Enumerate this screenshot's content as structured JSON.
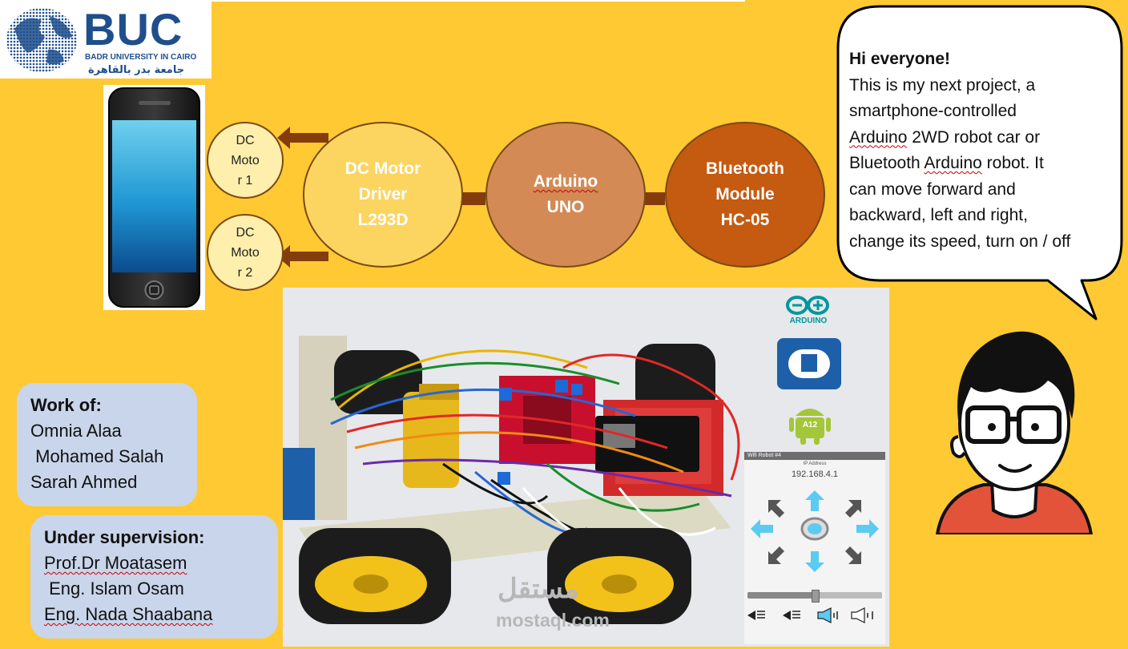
{
  "logo": {
    "name": "BUC",
    "subtitle": "BADR UNIVERSITY IN CAIRO",
    "arabic": "جامعة بدر بالقاهرة"
  },
  "diagram": {
    "motors": [
      {
        "lines": [
          "DC",
          "Moto",
          "r 1"
        ]
      },
      {
        "lines": [
          "DC",
          "Moto",
          "r 2"
        ]
      }
    ],
    "nodes": [
      {
        "lines": [
          "DC Motor",
          "Driver",
          "L293D"
        ],
        "color": "#fcd460",
        "text_color": "#ffffff"
      },
      {
        "lines": [
          "Arduino",
          "UNO"
        ],
        "color": "#d38a55",
        "text_color": "#ffffff"
      },
      {
        "lines": [
          "Bluetooth",
          "Module",
          "HC-05"
        ],
        "color": "#c55a11",
        "text_color": "#ffffff"
      }
    ],
    "arrow_color": "#843c0c"
  },
  "bubble": {
    "greeting": "Hi everyone!",
    "lines": [
      "This is my next project, a",
      "smartphone-controlled",
      [
        "Arduino",
        " 2WD robot car or"
      ],
      [
        "Bluetooth ",
        "Arduino",
        " robot. It"
      ],
      "can move forward and",
      "backward, left and right,",
      "change its speed, turn on / off"
    ]
  },
  "work_panel": {
    "heading": "Work of:",
    "names": [
      "Omnia Alaa",
      " Mohamed Salah",
      "Sarah Ahmed"
    ]
  },
  "supervision_panel": {
    "heading": "Under supervision:",
    "names": [
      "Prof.Dr Moatasem",
      " Eng. Islam Osam",
      "Eng. Nada Shaabana"
    ]
  },
  "photo": {
    "arduino_label": "ARDUINO",
    "android_label": "A12",
    "app_title": "Wifi Robot #4",
    "ip_label": "IP Address",
    "ip_value": "192.168.4.1",
    "speed_level": 0.5,
    "watermark_arabic": "مستقل",
    "watermark": "mostaql.com"
  },
  "colors": {
    "background": "#ffc933",
    "panel": "#c9d5ea",
    "brand_blue": "#1f4e8c"
  }
}
